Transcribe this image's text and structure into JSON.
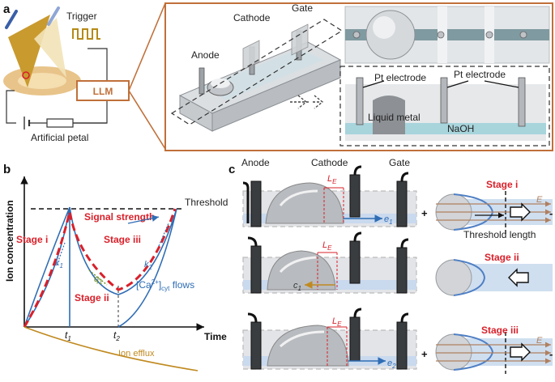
{
  "panel_a": {
    "label": "a",
    "trigger": "Trigger",
    "llm": "LLM",
    "artificial_petal": "Artificial petal",
    "anode": "Anode",
    "cathode": "Cathode",
    "gate": "Gate",
    "pt_electrode_left": "Pt electrode",
    "pt_electrode_right": "Pt electrode",
    "liquid_metal": "Liquid metal",
    "naoh": "NaOH"
  },
  "panel_b": {
    "label": "b",
    "ylabel": "Ion concentration",
    "xlabel": "Time",
    "threshold": "Threshold",
    "signal_strength": "Signal strength",
    "stage_i": "Stage i",
    "stage_ii": "Stage ii",
    "stage_iii": "Stage iii",
    "k1": "k",
    "k1_sub": "1",
    "k2": "k",
    "k2_sub": "2",
    "q1": "q",
    "q1_sub": "1",
    "t1": "t",
    "t1_sub": "1",
    "t2": "t",
    "t2_sub": "2",
    "ca_flow_pre": "[Ca",
    "ca_flow_sup": "2+",
    "ca_flow_mid": "]",
    "ca_flow_sub": "cyt",
    "ca_flow_post": " flows",
    "ion_efflux": "Ion efflux"
  },
  "panel_c": {
    "label": "c",
    "anode": "Anode",
    "cathode": "Cathode",
    "gate": "Gate",
    "le": "L",
    "le_sub": "E",
    "e1": "e",
    "e1_sub": "1",
    "c1": "c",
    "c1_sub": "1",
    "e2": "e",
    "e2_sub": "2",
    "stage_i": "Stage i",
    "stage_ii": "Stage ii",
    "stage_iii": "Stage iii",
    "e_field": "E",
    "threshold_length": "Threshold length",
    "plus": "+",
    "minus": "-"
  },
  "colors": {
    "red": "#d9202a",
    "blue": "#2f6db4",
    "brown": "#c0703a",
    "gold": "#b58a16"
  }
}
